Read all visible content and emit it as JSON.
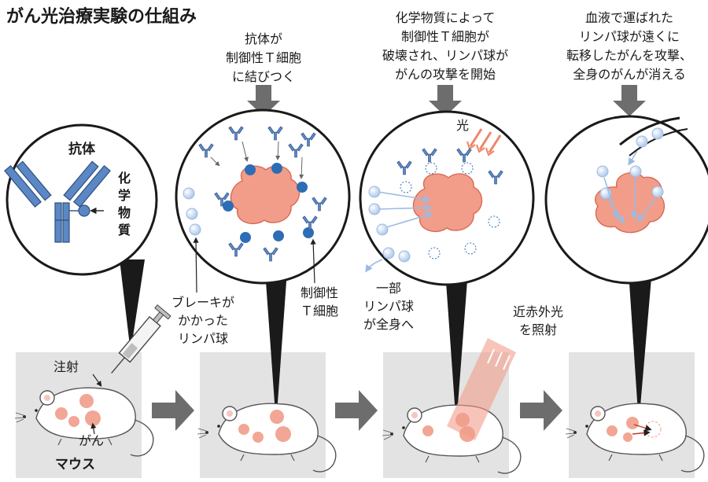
{
  "title": "がん光治療実験の仕組み",
  "captions": {
    "step2": [
      "抗体が",
      "制御性Ｔ細胞",
      "に結びつく"
    ],
    "step3": [
      "化学物質によって",
      "制御性Ｔ細胞が",
      "破壊され、リンパ球が",
      "がんの攻撃を開始"
    ],
    "step4": [
      "血液で運ばれた",
      "リンパ球が遠くに",
      "転移したがんを攻撃、",
      "全身のがんが消える"
    ]
  },
  "labels": {
    "antibody": "抗体",
    "chemical": [
      "化",
      "学",
      "物",
      "質"
    ],
    "light": "光",
    "braked_lymphocyte": [
      "ブレーキが",
      "かかった",
      "リンパ球"
    ],
    "treg": [
      "制御性",
      "Ｔ細胞"
    ],
    "some_lymphocytes": [
      "一部",
      "リンパ球",
      "が全身へ"
    ],
    "nir_light": [
      "近赤外光",
      "を照射"
    ],
    "injection": "注射",
    "cancer": "がん",
    "mouse": "マウス"
  },
  "colors": {
    "antibody_blue": "#5b87c5",
    "cell_blue": "#2d6db5",
    "lymph_blue": "#a9c4e8",
    "tumor": "#f19d8a",
    "tumor_edge": "#d96a55",
    "panel_gray": "#e3e3e3",
    "arrow_gray": "#6d6d6d",
    "light_red": "#f08566",
    "cone_dark": "#1a1a1a"
  }
}
